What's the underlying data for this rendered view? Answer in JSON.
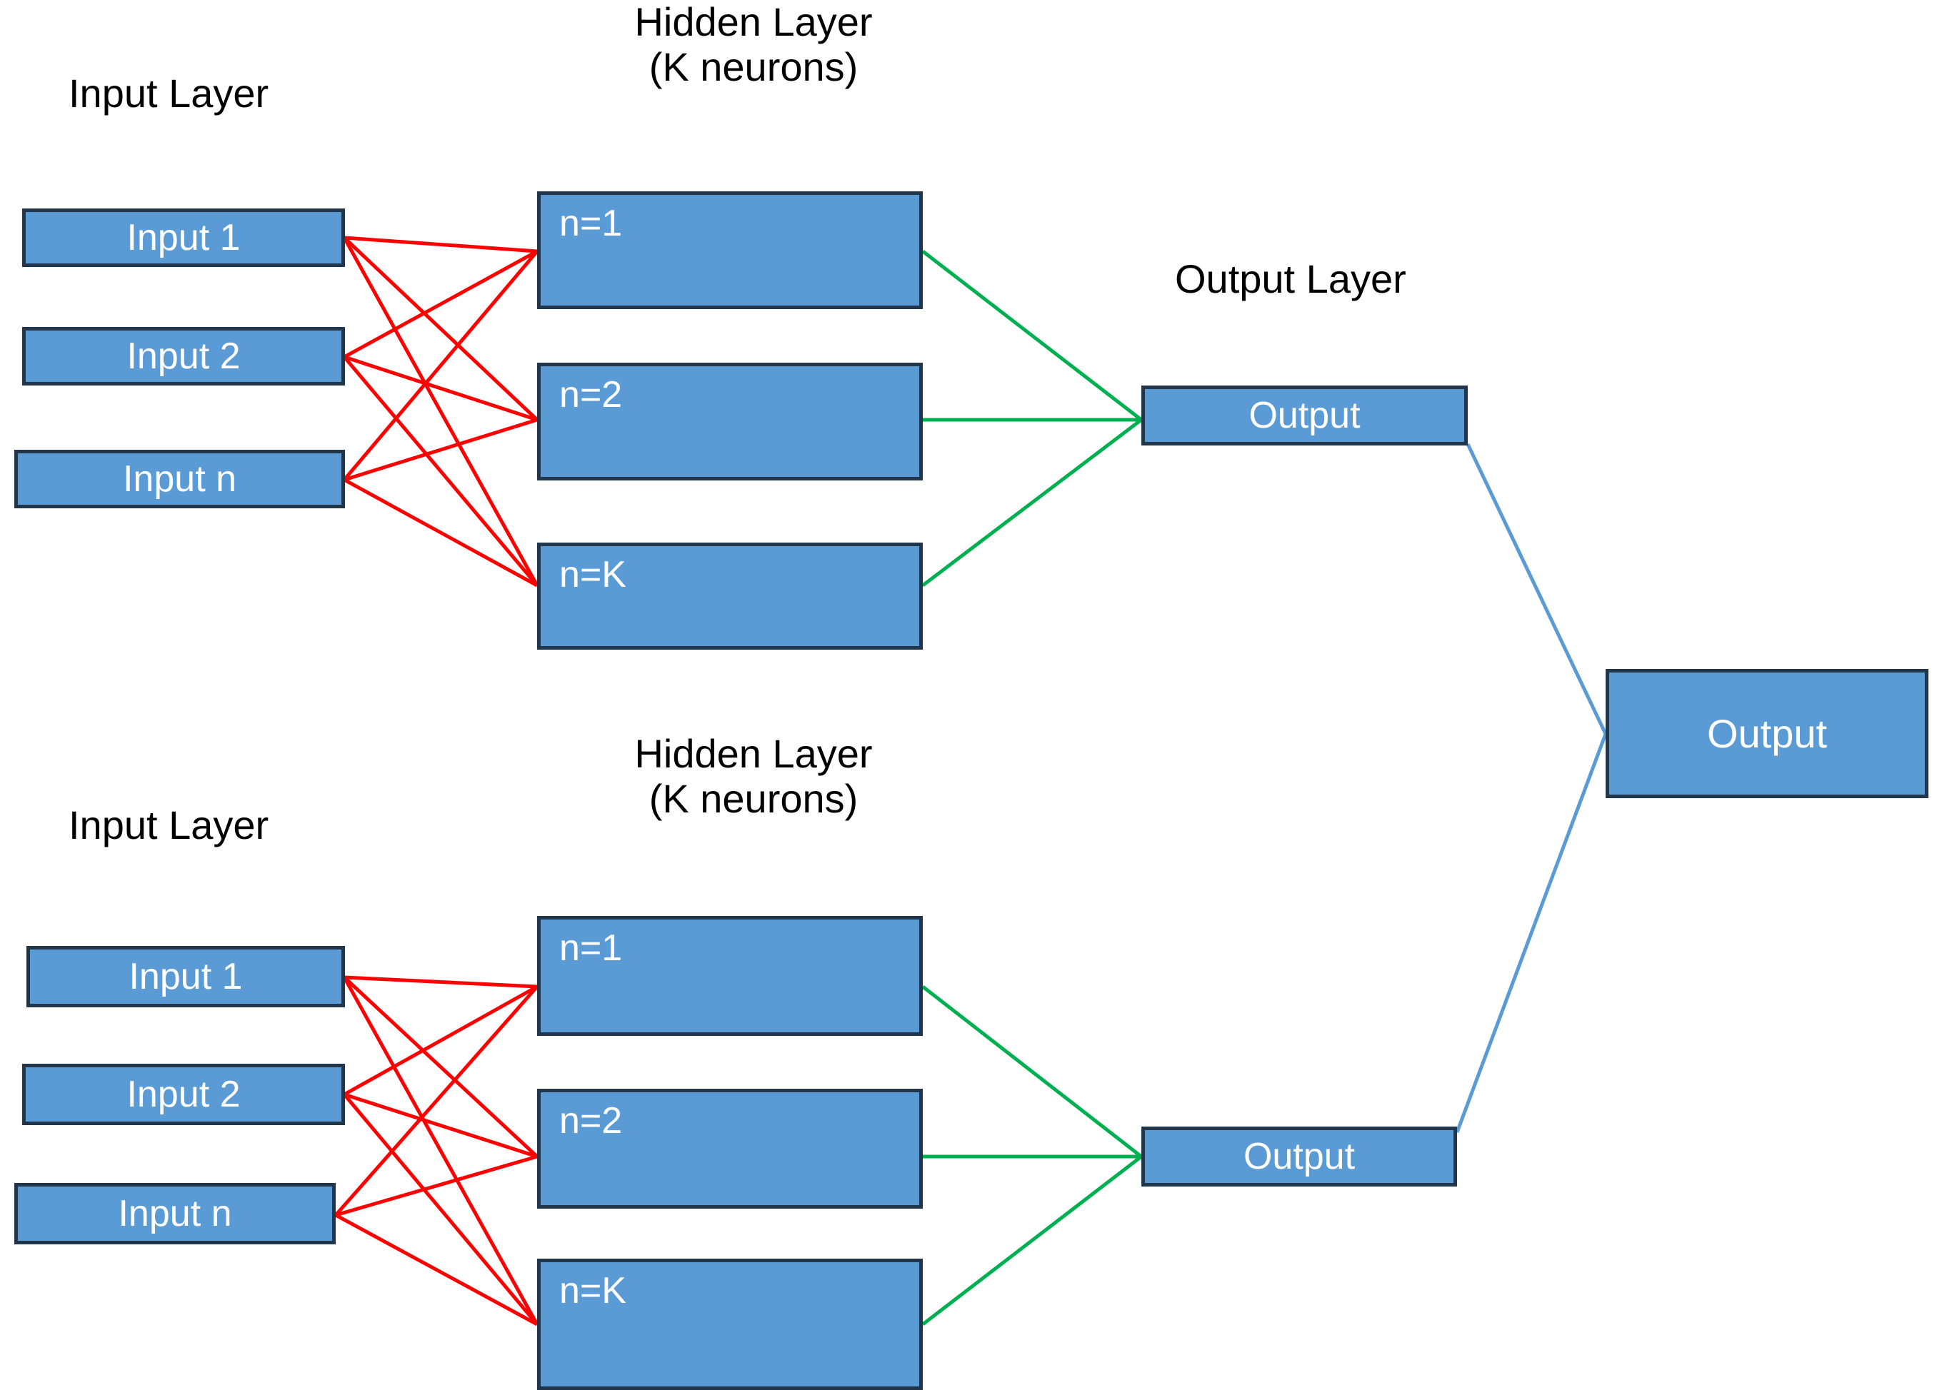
{
  "diagram": {
    "title": "Two-branch neural network ensemble diagram",
    "colors": {
      "node_fill": "#5B9BD5",
      "node_border": "#21364A",
      "node_text": "#FFFFFF",
      "label_text": "#000000",
      "input_to_hidden_edge": "#FF0000",
      "hidden_to_output_edge": "#00B050",
      "output_to_final_edge": "#5B9BD5",
      "background": "#FFFFFF"
    },
    "labels": {
      "input_layer": "Input Layer",
      "hidden_layer_line1": "Hidden Layer",
      "hidden_layer_line2": "(K neurons)",
      "output_layer": "Output Layer"
    },
    "branch_top": {
      "inputs": [
        "Input 1",
        "Input 2",
        "Input n"
      ],
      "hidden": [
        "n=1",
        "n=2",
        "n=K"
      ],
      "output": "Output"
    },
    "branch_bottom": {
      "inputs": [
        "Input 1",
        "Input 2",
        "Input n"
      ],
      "hidden": [
        "n=1",
        "n=2",
        "n=K"
      ],
      "output": "Output"
    },
    "final_output": "Output"
  }
}
